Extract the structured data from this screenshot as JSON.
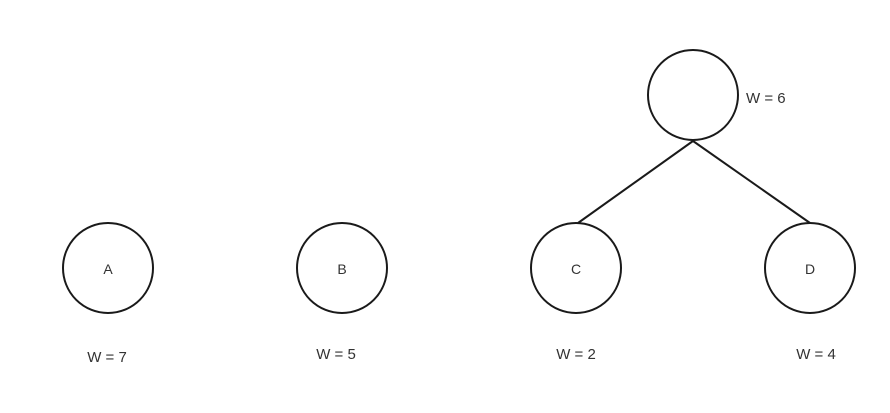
{
  "nodes": {
    "a": {
      "label": "A",
      "weight": "W = 7"
    },
    "b": {
      "label": "B",
      "weight": "W = 5"
    },
    "c": {
      "label": "C",
      "weight": "W = 2"
    },
    "d": {
      "label": "D",
      "weight": "W = 4"
    },
    "parent": {
      "label": "",
      "weight": "W = 6"
    }
  },
  "colors": {
    "stroke": "#1a1a1a",
    "text": "#333333",
    "background": "#ffffff"
  }
}
